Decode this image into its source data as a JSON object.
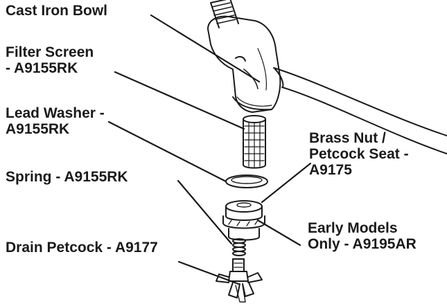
{
  "labels": {
    "cast_iron_bowl": "Cast Iron Bowl",
    "filter_screen": [
      "Filter Screen",
      "- A9155RK"
    ],
    "lead_washer": [
      "Lead Washer -",
      "A9155RK"
    ],
    "brass_nut": [
      "Brass Nut /",
      "Petcock Seat -",
      "A9175"
    ],
    "spring": "Spring - A9155RK",
    "early_models": [
      "Early Models",
      "Only - A9195AR"
    ],
    "drain_petcock": "Drain Petcock - A9177"
  },
  "colors": {
    "ink": "#1a1a1a",
    "background": "#ffffff"
  }
}
